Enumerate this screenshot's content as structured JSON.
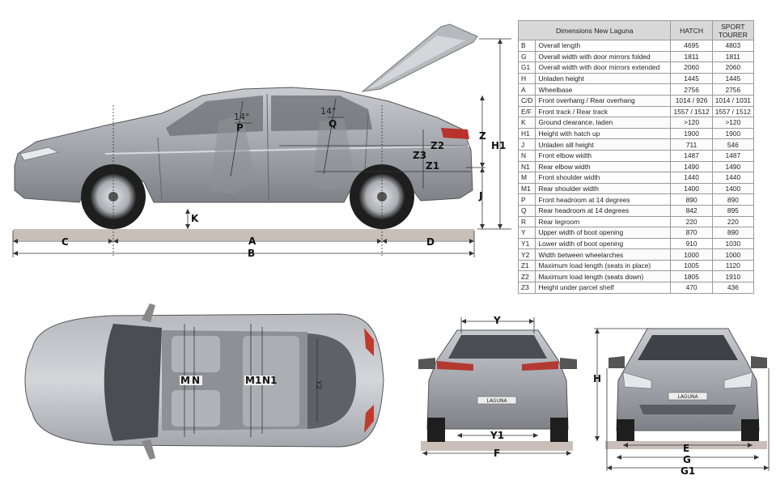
{
  "table": {
    "title": "Dimensions New Laguna",
    "col_hatch": "HATCH",
    "col_tourer": "SPORT\nTOURER",
    "rows": [
      {
        "code": "B",
        "name": "Overall length",
        "hatch": "4695",
        "tourer": "4803"
      },
      {
        "code": "G",
        "name": "Overall width with door mirrors folded",
        "hatch": "1811",
        "tourer": "1811"
      },
      {
        "code": "G1",
        "name": "Overall width with door mirrors extended",
        "hatch": "2060",
        "tourer": "2060"
      },
      {
        "code": "H",
        "name": "Unladen height",
        "hatch": "1445",
        "tourer": "1445"
      },
      {
        "code": "A",
        "name": "Wheelbase",
        "hatch": "2756",
        "tourer": "2756"
      },
      {
        "code": "C/D",
        "name": "Front overhang / Rear overhang",
        "hatch": "1014 / 926",
        "tourer": "1014 / 1031"
      },
      {
        "code": "E/F",
        "name": "Front track / Rear track",
        "hatch": "1557 / 1512",
        "tourer": "1557 / 1512"
      },
      {
        "code": "K",
        "name": "Ground clearance, laden",
        "hatch": ">120",
        "tourer": ">120"
      },
      {
        "code": "H1",
        "name": "Height with hatch up",
        "hatch": "1900",
        "tourer": "1900"
      },
      {
        "code": "J",
        "name": "Unladen sill height",
        "hatch": "711",
        "tourer": "546"
      },
      {
        "code": "N",
        "name": "Front elbow width",
        "hatch": "1487",
        "tourer": "1487"
      },
      {
        "code": "N1",
        "name": "Rear elbow width",
        "hatch": "1490",
        "tourer": "1490"
      },
      {
        "code": "M",
        "name": "Front shoulder width",
        "hatch": "1440",
        "tourer": "1440"
      },
      {
        "code": "M1",
        "name": "Rear shoulder width",
        "hatch": "1400",
        "tourer": "1400"
      },
      {
        "code": "P",
        "name": "Front headroom at 14 degrees",
        "hatch": "890",
        "tourer": "890"
      },
      {
        "code": "Q",
        "name": "Rear headroom at 14 degrees",
        "hatch": "842",
        "tourer": "895"
      },
      {
        "code": "R",
        "name": "Rear legroom",
        "hatch": "220",
        "tourer": "220"
      },
      {
        "code": "Y",
        "name": "Upper width of boot opening",
        "hatch": "870",
        "tourer": "890"
      },
      {
        "code": "Y1",
        "name": "Lower width of boot opening",
        "hatch": "910",
        "tourer": "1030"
      },
      {
        "code": "Y2",
        "name": "Width between wheelarches",
        "hatch": "1000",
        "tourer": "1000"
      },
      {
        "code": "Z1",
        "name": "Maximum load length (seats in place)",
        "hatch": "1005",
        "tourer": "1120"
      },
      {
        "code": "Z2",
        "name": "Maximum load length (seats down)",
        "hatch": "1805",
        "tourer": "1910"
      },
      {
        "code": "Z3",
        "name": "Height under parcel shelf",
        "hatch": "470",
        "tourer": "436"
      }
    ]
  },
  "side_view": {
    "labels": {
      "P": "P",
      "Q": "Q",
      "angle_front": "14°",
      "angle_rear": "14°",
      "Z": "Z",
      "Z1": "Z1",
      "Z2": "Z2",
      "Z3": "Z3",
      "H1": "H1",
      "J": "J",
      "K": "K",
      "A": "A",
      "B": "B",
      "C": "C",
      "D": "D"
    }
  },
  "top_view": {
    "labels": {
      "M": "M",
      "N": "N",
      "M1": "M1",
      "N1": "N1",
      "Y2": "Y2"
    }
  },
  "rear_view": {
    "labels": {
      "Y": "Y",
      "Y1": "Y1",
      "F": "F"
    },
    "badge": "LAGUNA"
  },
  "front_view": {
    "labels": {
      "H": "H",
      "E": "E",
      "G": "G",
      "G1": "G1"
    },
    "badge": "LAGUNA"
  },
  "colors": {
    "body": "#a9abb0",
    "body_dark": "#7d8086",
    "glass": "#3a3d42",
    "ground": "#c9bfb8",
    "line": "#333333"
  }
}
